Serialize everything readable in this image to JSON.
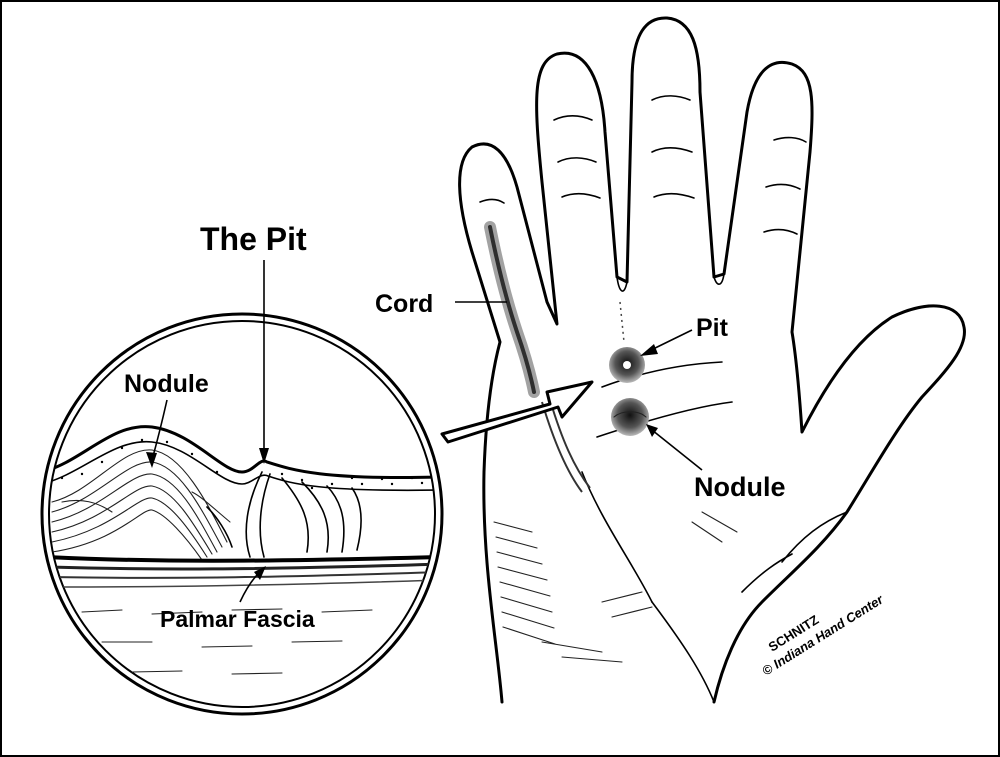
{
  "labels": {
    "the_pit": "The Pit",
    "nodule_inset": "Nodule",
    "palmar_fascia": "Palmar Fascia",
    "cord": "Cord",
    "pit": "Pit",
    "nodule_hand": "Nodule"
  },
  "signature": "SCHNITZ © Indiana Hand Center"
}
